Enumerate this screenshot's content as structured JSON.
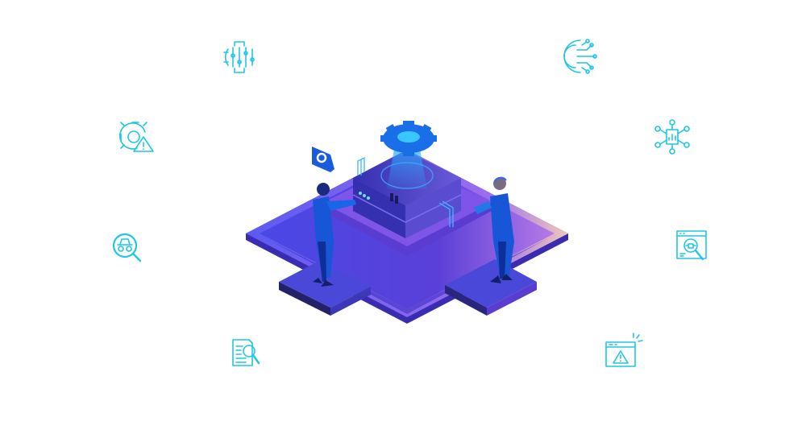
{
  "colors": {
    "background": "#ffffff",
    "icon_stroke": "#1fc6e6",
    "platform_main": "#4b3fd6",
    "platform_rim": "#7a5cf0",
    "platform_highlight": "#e8b8c8",
    "box_side": "#3a2fb8",
    "box_top": "#4a40c8",
    "gear": "#1a6fe8",
    "figure_suit": "#1856d8",
    "figure_dark": "#12206a"
  },
  "icons": [
    "gear-sliders-icon",
    "gear-circuit-brain-icon",
    "gear-warning-icon",
    "network-document-icon",
    "spy-search-icon",
    "browser-bug-search-icon",
    "document-search-icon",
    "browser-warning-icon"
  ],
  "illustration": [
    "isometric-platform",
    "server-box",
    "gear-hologram",
    "engineer-left",
    "engineer-right",
    "settings-speech-bubble"
  ]
}
